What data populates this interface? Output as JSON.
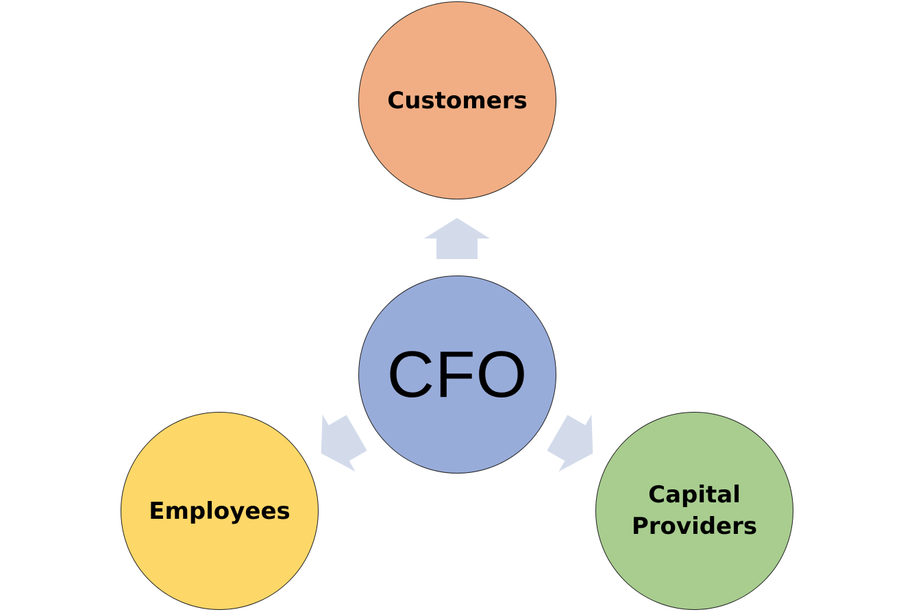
{
  "diagram": {
    "center": {
      "label": "CFO",
      "fill": "#98ACDA"
    },
    "nodes": [
      {
        "id": "customers",
        "label": "Customers",
        "fill": "#F1AE84"
      },
      {
        "id": "employees",
        "label": "Employees",
        "fill": "#FDD768"
      },
      {
        "id": "capital-providers",
        "label": "Capital Providers",
        "fill": "#A8CD8F"
      }
    ],
    "arrow_color": "#D3DBEB",
    "edges": [
      {
        "from": "CFO",
        "to": "Customers"
      },
      {
        "from": "CFO",
        "to": "Employees"
      },
      {
        "from": "CFO",
        "to": "Capital Providers"
      }
    ]
  }
}
